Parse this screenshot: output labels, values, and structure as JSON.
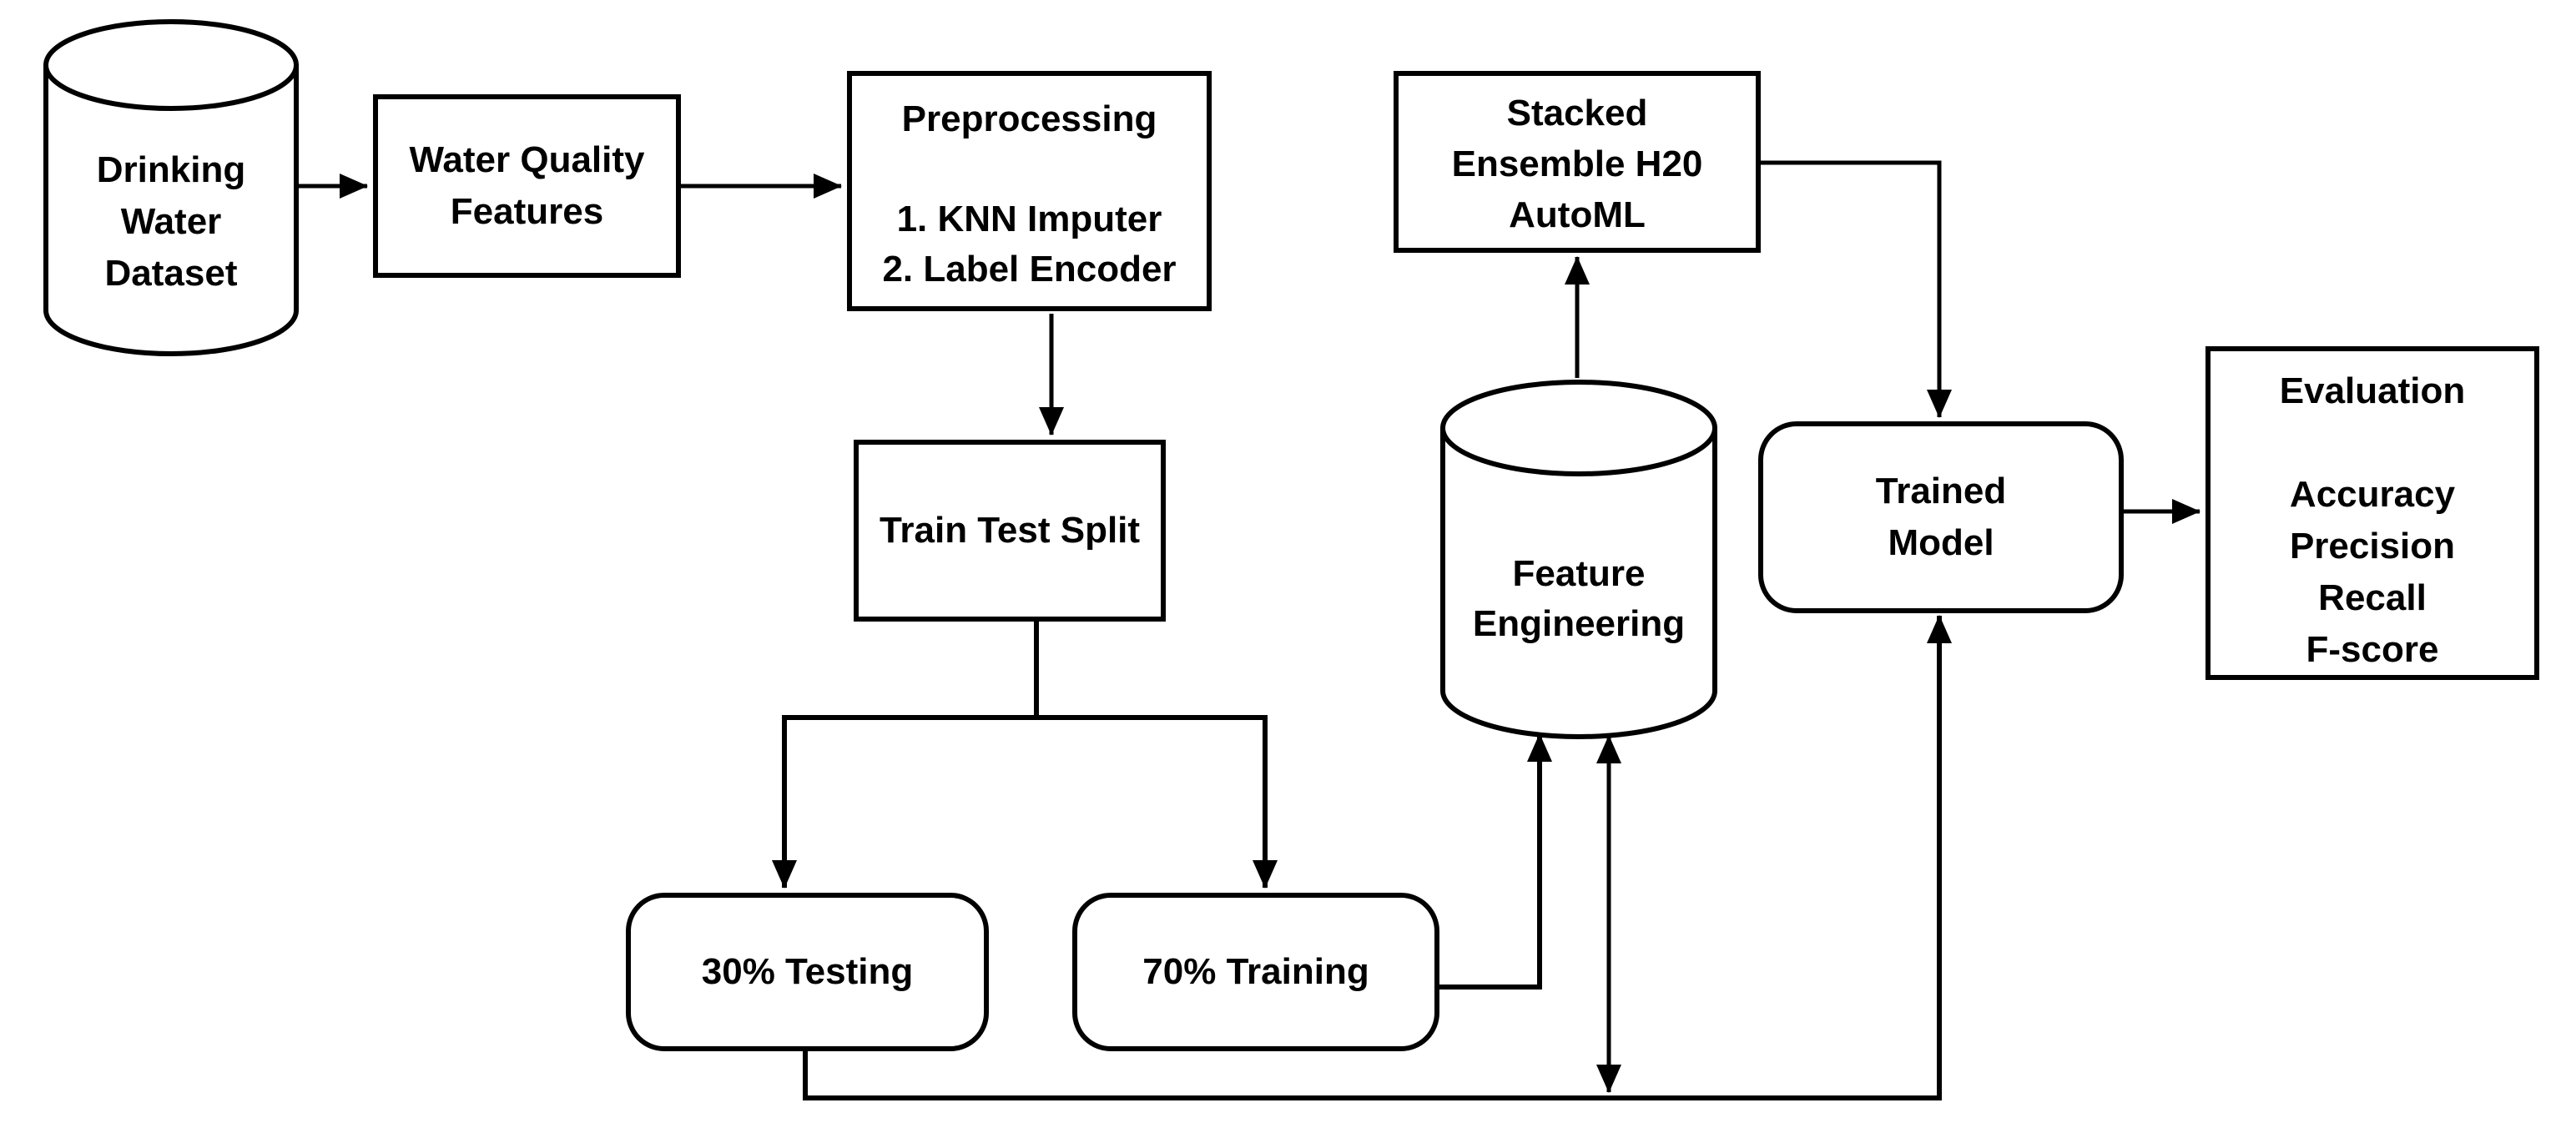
{
  "canvas": {
    "background_color": "#ffffff",
    "stroke_color": "#000000"
  },
  "nodes": {
    "drinking_water_dataset": {
      "shape": "cylinder",
      "lines": [
        "Drinking",
        "Water",
        "Dataset"
      ]
    },
    "water_quality_features": {
      "shape": "rectangle",
      "lines": [
        "Water Quality",
        "Features"
      ]
    },
    "preprocessing": {
      "shape": "rectangle",
      "lines": [
        "Preprocessing",
        "",
        "1. KNN Imputer",
        "2. Label Encoder"
      ]
    },
    "train_test_split": {
      "shape": "rectangle",
      "lines": [
        "Train Test Split"
      ]
    },
    "testing_30": {
      "shape": "rounded-rectangle",
      "lines": [
        "30% Testing"
      ]
    },
    "training_70": {
      "shape": "rounded-rectangle",
      "lines": [
        "70% Training"
      ]
    },
    "feature_engineering": {
      "shape": "cylinder",
      "lines": [
        "Feature",
        "Engineering"
      ]
    },
    "stacked_ensemble_automl": {
      "shape": "rectangle",
      "lines": [
        "Stacked",
        "Ensemble H20",
        "AutoML"
      ]
    },
    "trained_model": {
      "shape": "rounded-rectangle",
      "lines": [
        "Trained",
        "Model"
      ]
    },
    "evaluation": {
      "shape": "rectangle",
      "lines": [
        "Evaluation",
        "",
        "Accuracy",
        "Precision",
        "Recall",
        "F-score"
      ]
    }
  },
  "edges": [
    {
      "from": "drinking_water_dataset",
      "to": "water_quality_features",
      "arrow": "end"
    },
    {
      "from": "water_quality_features",
      "to": "preprocessing",
      "arrow": "end"
    },
    {
      "from": "preprocessing",
      "to": "train_test_split",
      "arrow": "end"
    },
    {
      "from": "train_test_split",
      "to": "testing_30",
      "arrow": "end"
    },
    {
      "from": "train_test_split",
      "to": "training_70",
      "arrow": "end"
    },
    {
      "from": "training_70",
      "to": "feature_engineering",
      "arrow": "end"
    },
    {
      "from": "feature_engineering",
      "to": "stacked_ensemble_automl",
      "arrow": "end"
    },
    {
      "from": "stacked_ensemble_automl",
      "to": "trained_model",
      "arrow": "end"
    },
    {
      "from": "testing_30",
      "to": "trained_model",
      "arrow": "end"
    },
    {
      "from": "feature_engineering",
      "to": "bottom_feedback_line",
      "arrow": "both"
    },
    {
      "from": "trained_model",
      "to": "evaluation",
      "arrow": "end"
    }
  ]
}
